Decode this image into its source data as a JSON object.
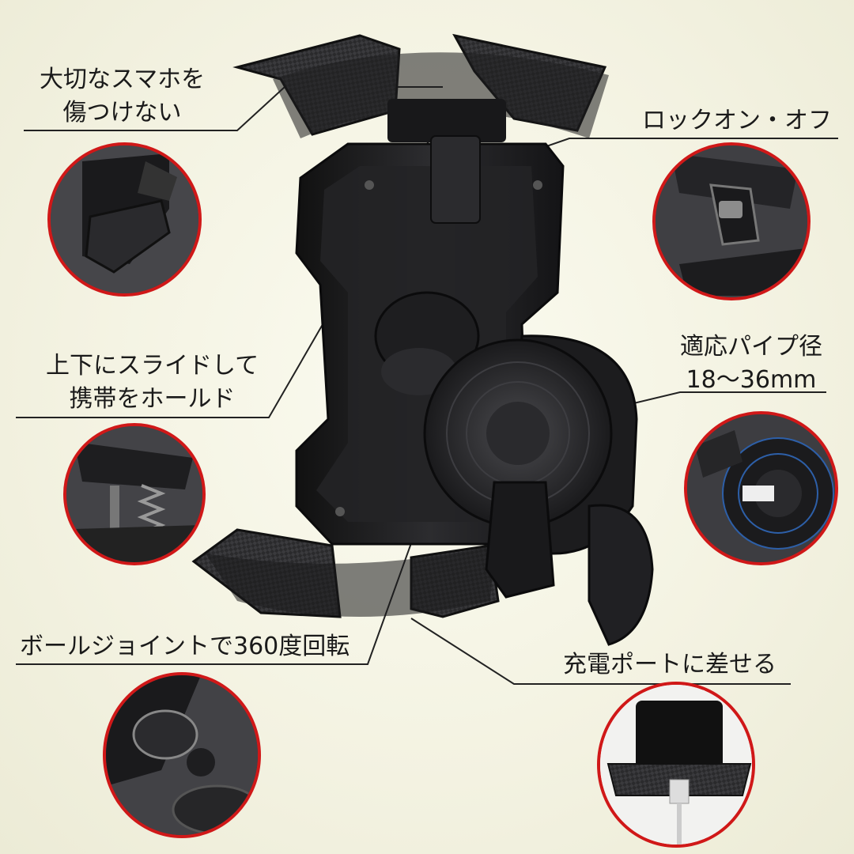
{
  "callouts": {
    "protect": {
      "line1": "大切なスマホを",
      "line2": "傷つけない"
    },
    "lock": {
      "text": "ロックオン・オフ"
    },
    "slide": {
      "line1": "上下にスライドして",
      "line2": "携帯をホールド"
    },
    "pipe": {
      "line1": "適応パイプ径",
      "line2": "18～36mm"
    },
    "ball": {
      "text": "ボールジョイントで360度回転"
    },
    "charge": {
      "text": "充電ポートに差せる"
    }
  },
  "colors": {
    "accent_circle": "#d01818",
    "product": "#1c1c1e",
    "background": "#f3f2e1"
  },
  "icons": [
    "phone-holder-product",
    "detail-grip-claw",
    "detail-lock-switch",
    "detail-spring-slide",
    "detail-pipe-clamp",
    "detail-ball-joint",
    "detail-charging-port"
  ]
}
